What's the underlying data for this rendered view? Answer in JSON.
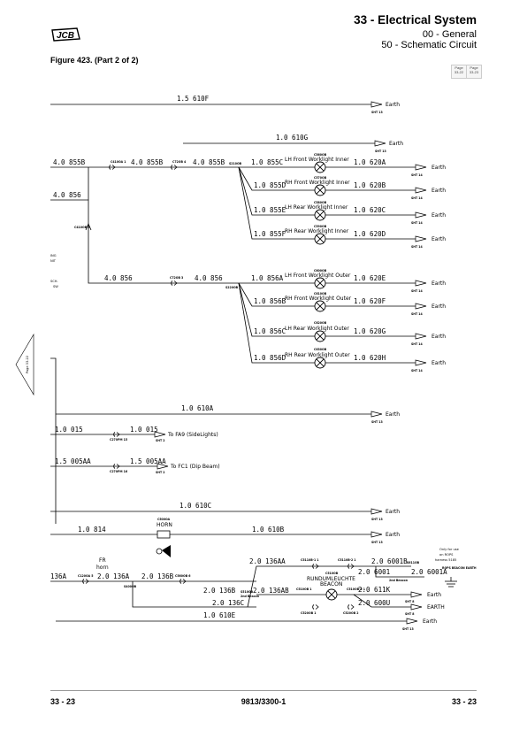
{
  "header": {
    "logo": "JCB",
    "title": "33 - Electrical System",
    "subtitle1": "00 - General",
    "subtitle2": "50 - Schematic Circuit"
  },
  "figure_title": "Figure 423. (Part 2 of 2)",
  "page_tabs": [
    {
      "label": "Page 33-22"
    },
    {
      "label": "Page 33-23"
    }
  ],
  "side_tab": "Page 33-22",
  "footer": {
    "left": "33 - 23",
    "center": "9813/3300-1",
    "right": "33 - 23"
  },
  "left_frag": {
    "ing": "ING",
    "nit": "NIT",
    "sch": "SCH.",
    "sw": "SW",
    "c136": "136A"
  },
  "top_wires": {
    "w1": "1.5  610F",
    "w2": "1.0  610G",
    "w3": "1.0  610A"
  },
  "group1": {
    "in": "4.0  855B",
    "conn_a": "C410OA 1",
    "mid": "4.0  855B",
    "conn_b": "C72OB 4",
    "out": "4.0  855B",
    "splice": "S210OB",
    "branch": "4.0  856",
    "conn_c": "C410OB 2",
    "lamps": [
      {
        "wire": "1.0  855C",
        "conn": "C560OB",
        "name": "LH  Front  Worklight  Inner",
        "out": "1.0  620A"
      },
      {
        "wire": "1.0  855D",
        "conn": "C570OB",
        "name": "RH  Front  Worklight  Inner",
        "out": "1.0  620B"
      },
      {
        "wire": "1.0  855E",
        "conn": "C580OB",
        "name": "LH  Rear  Worklight  Inner",
        "out": "1.0  620C"
      },
      {
        "wire": "1.0  855F",
        "conn": "C590OB",
        "name": "RH  Rear  Worklight  Inner",
        "out": "1.0  620D"
      }
    ]
  },
  "group2": {
    "in": "4.0  856",
    "conn": "C72OB 3",
    "out": "4.0  856",
    "splice": "S220OB",
    "lamps": [
      {
        "wire": "1.0  856A",
        "conn": "C600OB",
        "name": "LH  Front  Worklight  Outer",
        "out": "1.0  620E"
      },
      {
        "wire": "1.0  856B",
        "conn": "C610OB",
        "name": "RH  Front  Worklight  Outer",
        "out": "1.0  620F"
      },
      {
        "wire": "1.0  856C",
        "conn": "C620OB",
        "name": "LH  Rear  Worklight  Outer",
        "out": "1.0  620G"
      },
      {
        "wire": "1.0  856D",
        "conn": "C630OB",
        "name": "RH  Rear  Worklight  Outer",
        "out": "1.0  620H"
      }
    ]
  },
  "earth": "Earth",
  "earth_caps": "EARTH",
  "sht13": "SHT 13",
  "sht14": "SHT 14",
  "sht2": "SHT 2",
  "sht8": "SHT 8",
  "fa9": {
    "w1": "1.0  015",
    "conn": "C270PM 15",
    "w2": "1.0  015",
    "to": "To FA9  (SideLights)"
  },
  "fc1": {
    "w1": "1.5  005AA",
    "conn": "C270PM 16",
    "w2": "1.5  005AA",
    "to": "To FC1  (Dip Beam)"
  },
  "horn": {
    "w_top": "1.0  610C",
    "w_in": "1.0  814",
    "conn": "C500OA",
    "name": "HORN",
    "w_out": "1.0  610B",
    "fr1": "FR",
    "fr2": "horn"
  },
  "beacon": {
    "in_conn": "C120OA 5",
    "w1": "2.0  136A",
    "splice": "S400OB",
    "w2": "2.0  136B",
    "conn2": "C560OB 6",
    "w3": "2.0  136B",
    "splice2": "S510OB",
    "w4": "2.0  136AB",
    "w5": "2.0  136AA",
    "w6": "2.0  136C",
    "c_a": "C5110B-1 1",
    "c_b": "C5110B-2 1",
    "c_c": "C510OB 1",
    "c_d": "C510OB-2 1",
    "lamp_conn": "C510OB",
    "name1": "RUNDUMLEUCHTE",
    "name2": "BEACON",
    "c_e": "C520OB 1",
    "c_f": "C520OB 2",
    "beacon2nd": "2nd Beacon",
    "beacon2nd_b": "2nd Beacon",
    "s611": "S611OB",
    "w7": "2.0  6001B",
    "w8": "2.0  6001",
    "w9": "2.0  6001A",
    "w10": "2.0  611K",
    "w11": "2.0  600U",
    "w12": "1.0  610E",
    "note1": "Only for use",
    "note2": "on ROPS",
    "note3": "harness  5185",
    "note4": "ROPS  BEACON  EARTH"
  }
}
